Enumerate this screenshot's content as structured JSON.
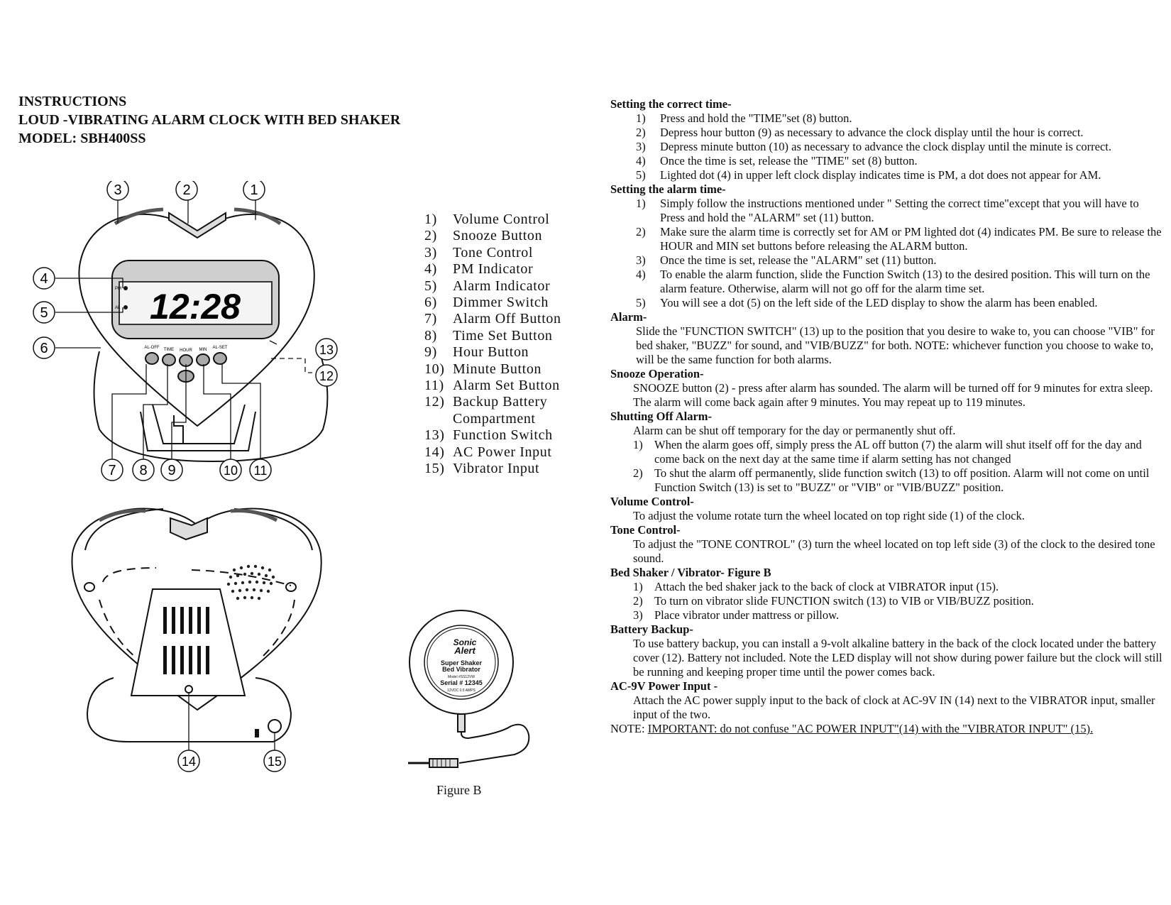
{
  "title": {
    "line1": "INSTRUCTIONS",
    "line2": "LOUD -VIBRATING ALARM CLOCK WITH BED SHAKER",
    "line3": "MODEL: SBH400SS"
  },
  "diagram": {
    "display_time": "12:28",
    "callouts": [
      "1",
      "2",
      "3",
      "4",
      "5",
      "6",
      "7",
      "8",
      "9",
      "10",
      "11",
      "12",
      "13",
      "14",
      "15"
    ],
    "button_labels": [
      "AL-OFF",
      "TIME",
      "HOUR",
      "MIN",
      "AL-SET"
    ],
    "indicator_labels": [
      "PM",
      "AL"
    ]
  },
  "parts": [
    {
      "num": "1)",
      "label": "Volume Control"
    },
    {
      "num": "2)",
      "label": "Snooze Button"
    },
    {
      "num": "3)",
      "label": "Tone Control"
    },
    {
      "num": "4)",
      "label": "PM Indicator"
    },
    {
      "num": "5)",
      "label": "Alarm Indicator"
    },
    {
      "num": "6)",
      "label": "Dimmer Switch"
    },
    {
      "num": "7)",
      "label": "Alarm Off Button"
    },
    {
      "num": "8)",
      "label": "Time Set Button"
    },
    {
      "num": "9)",
      "label": "Hour Button"
    },
    {
      "num": "10)",
      "label": "Minute Button"
    },
    {
      "num": "11)",
      "label": "Alarm Set Button"
    },
    {
      "num": "12)",
      "label": "Backup Battery"
    },
    {
      "num": "",
      "label": "Compartment"
    },
    {
      "num": "13)",
      "label": "Function Switch"
    },
    {
      "num": "14)",
      "label": "AC Power Input"
    },
    {
      "num": "15)",
      "label": "Vibrator Input"
    }
  ],
  "figure_b": {
    "caption": "Figure B",
    "brand1": "Sonic",
    "brand2": "Alert",
    "product1": "Super Shaker",
    "product2": "Bed Vibrator",
    "model": "Model #SS12VW",
    "serial": "Serial # 12345",
    "rating": "12VDC 0.5 AMPS"
  },
  "sections": {
    "time": {
      "heading": "Setting the correct time-",
      "steps": [
        "Press and hold the \"TIME\"set (8) button.",
        "Depress hour button (9) as necessary to advance the clock display until the hour is correct.",
        "Depress minute button (10) as necessary to advance the clock display until the minute is correct.",
        "Once the time is set, release the \"TIME\" set (8) button.",
        "Lighted dot (4) in upper left clock display indicates time is PM, a dot does not appear for AM."
      ]
    },
    "alarm_time": {
      "heading": "Setting the alarm time-",
      "steps": [
        "Simply follow the instructions mentioned under \" Setting the correct time\"except that you will have to Press and hold the \"ALARM\" set (11) button.",
        "Make sure the alarm time is correctly set for AM or PM lighted dot (4) indicates PM.  Be sure to release the HOUR and MIN set buttons before releasing the ALARM button.",
        "Once the time is set, release the \"ALARM\" set (11) button.",
        "To enable the alarm function, slide the Function Switch (13) to the desired position. This will turn on the alarm feature. Otherwise, alarm will not go off for the alarm time set.",
        "You will see a dot (5) on the left side of the LED display to show the alarm has been enabled."
      ]
    },
    "alarm": {
      "heading": "Alarm-",
      "text": "Slide the \"FUNCTION SWITCH\" (13) up to the position that you desire to wake to, you can choose \"VIB\" for bed shaker, \"BUZZ\" for sound, and \"VIB/BUZZ\" for both. NOTE: whichever function you choose to wake to, will be the same function for both alarms."
    },
    "snooze": {
      "heading": "Snooze Operation-",
      "text": "SNOOZE button (2) - press after alarm has sounded.  The alarm will be turned off for 9 minutes for extra sleep.  The alarm will come back again after 9 minutes.  You may repeat up to 119 minutes."
    },
    "shutoff": {
      "heading": "Shutting Off Alarm-",
      "text": "Alarm can be shut off temporary for the day or permanently shut off.",
      "steps": [
        "When the alarm goes off, simply press the AL off button (7) the alarm will shut itself off for the day and come back on the next day at the same time if alarm setting has not changed",
        "To shut the alarm off permanently, slide function switch  (13) to off position. Alarm will not come on until Function Switch (13) is set to \"BUZZ\" or \"VIB\" or \"VIB/BUZZ\" position."
      ]
    },
    "volume": {
      "heading": "Volume Control-",
      "text": "To adjust the volume rotate turn the wheel located on top right side (1) of the clock."
    },
    "tone": {
      "heading": "Tone Control-",
      "text": "To adjust the \"TONE CONTROL\" (3) turn the wheel located on top left side (3) of the clock to the desired tone sound."
    },
    "shaker": {
      "heading": "Bed Shaker / Vibrator- Figure B",
      "steps": [
        "Attach the bed shaker jack to the back of clock at VIBRATOR input (15).",
        "To turn on vibrator slide FUNCTION switch (13) to VIB or VIB/BUZZ position.",
        "Place vibrator under mattress or pillow."
      ]
    },
    "battery": {
      "heading": "Battery Backup-",
      "text": "To use battery backup, you can install a 9-volt alkaline battery in the back of the clock located under the  battery cover (12). Battery not included. Note the LED display will not show during power failure but the  clock will still be running and keeping proper time until the power comes back."
    },
    "power": {
      "heading": "AC-9V Power Input -",
      "text": "Attach the AC power supply input to the back of clock at AC-9V IN (14) next to the VIBRATOR input, smaller input of the two."
    },
    "note": {
      "prefix": "NOTE: ",
      "important": "IMPORTANT:  do not confuse \"AC POWER INPUT\"(14) with the \"VIBRATOR INPUT\" (15)."
    }
  }
}
